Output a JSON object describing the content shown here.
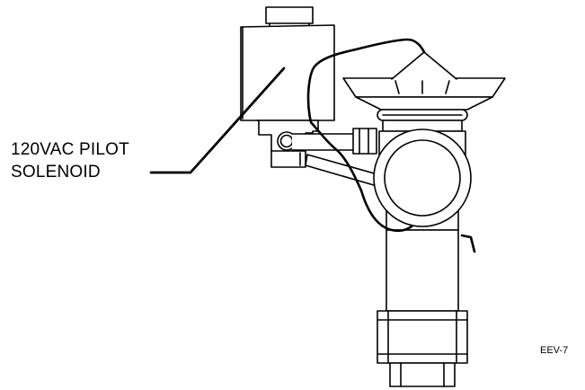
{
  "callout": {
    "line1": "120VAC PILOT",
    "line2": "SOLENOID"
  },
  "figure_id": "EEV-7",
  "colors": {
    "line": "#000000",
    "background": "#ffffff"
  }
}
